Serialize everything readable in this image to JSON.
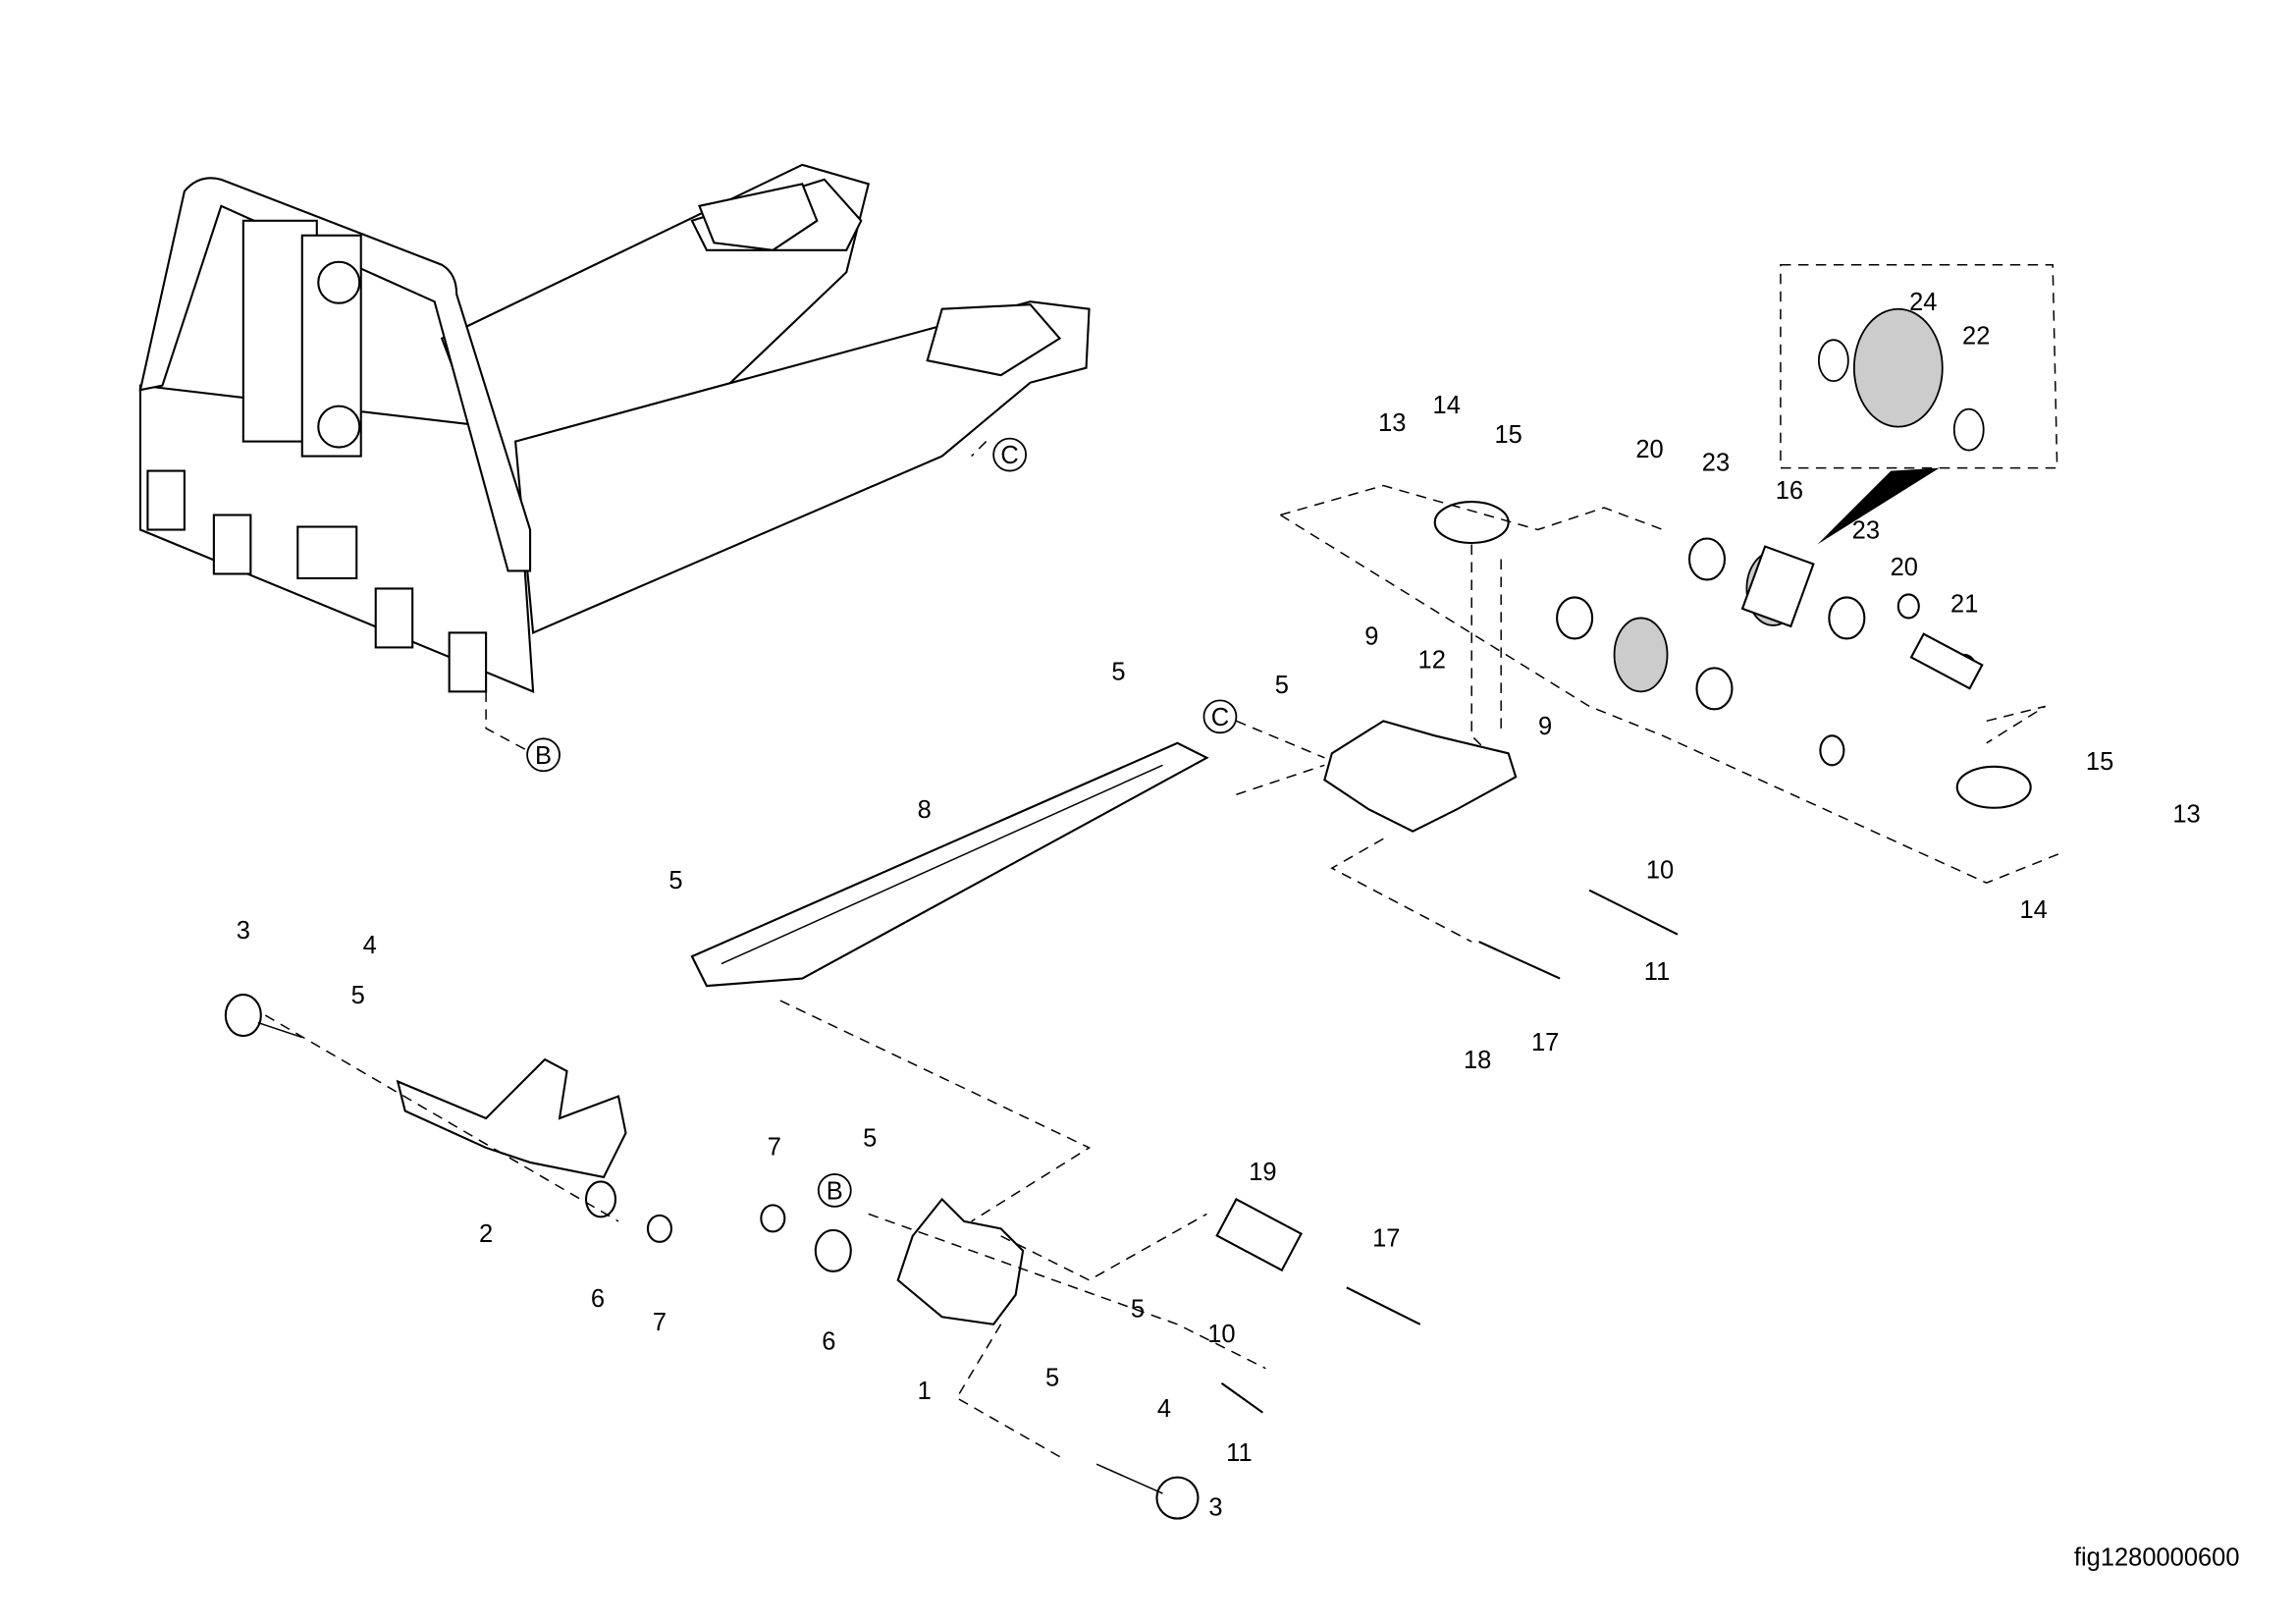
{
  "figure_id": "fig1280000600",
  "callouts": [
    "13",
    "14",
    "15",
    "20",
    "23",
    "24",
    "22",
    "16",
    "23",
    "20",
    "21",
    "15",
    "13",
    "14",
    "9",
    "12",
    "9",
    "5",
    "5",
    "8",
    "10",
    "11",
    "17",
    "18",
    "5",
    "3",
    "4",
    "5",
    "2",
    "6",
    "7",
    "7",
    "5",
    "6",
    "1",
    "19",
    "17",
    "5",
    "10",
    "5",
    "4",
    "11",
    "3"
  ],
  "ref_markers": {
    "c1": "C",
    "c2": "C",
    "b1": "B",
    "b2": "B"
  }
}
